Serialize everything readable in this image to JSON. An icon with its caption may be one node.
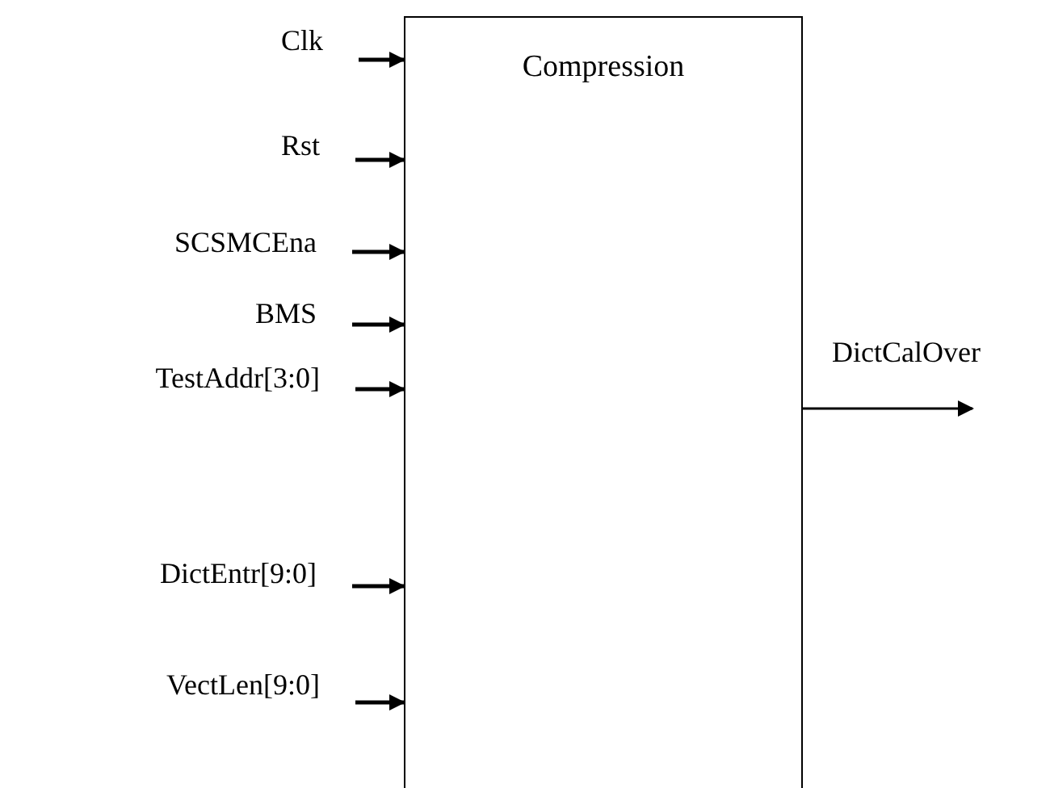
{
  "diagram": {
    "nodes": [
      {
        "text": [
          "Compression"
        ]
      },
      {
        "text": [
          "Clk"
        ]
      },
      {
        "text": [
          "Rst"
        ]
      },
      {
        "text": [
          "SCSMCEna"
        ]
      },
      {
        "text": [
          "BMS"
        ]
      },
      {
        "text": [
          "TestAddr[3:0]"
        ]
      },
      {
        "text": [
          "DictEntr[9:0]"
        ]
      },
      {
        "text": [
          "VectLen[9:0]"
        ]
      }
    ],
    "edges": [
      {
        "from": 1,
        "to": 0,
        "arrow": "to"
      },
      {
        "from": 2,
        "to": 0,
        "arrow": "to"
      },
      {
        "from": 3,
        "to": 0,
        "arrow": "to"
      },
      {
        "from": 4,
        "to": 0,
        "arrow": "to"
      },
      {
        "from": 5,
        "to": 0,
        "arrow": "to"
      },
      {
        "from": 6,
        "to": 0,
        "arrow": "to"
      },
      {
        "from": 7,
        "to": 0,
        "arrow": "to"
      },
      {
        "from": 0,
        "to": null,
        "arrow": "to",
        "label": "DictCalOver"
      }
    ]
  }
}
